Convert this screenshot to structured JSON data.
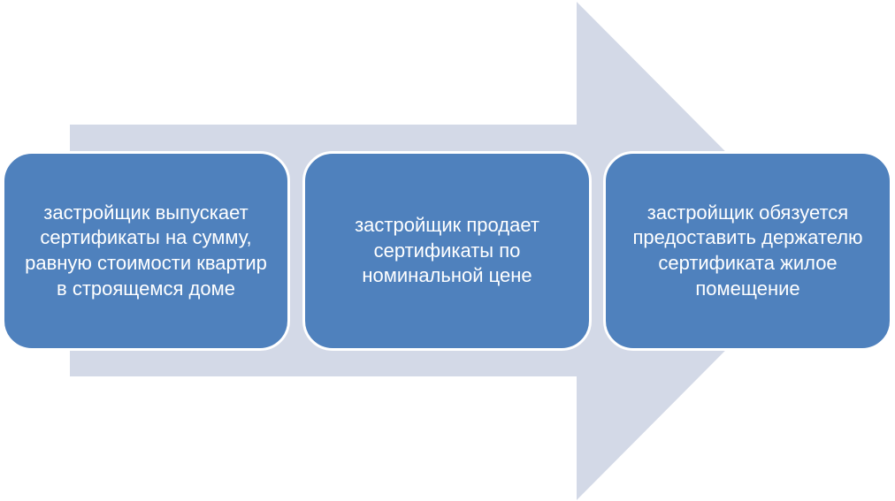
{
  "diagram": {
    "arrow_color": "#d3d9e7",
    "box_color": "#4f81bd",
    "box_border_color": "#ffffff",
    "text_color": "#ffffff",
    "steps": [
      {
        "text": "застройщик выпускает сертификаты на сумму, равную стоимости квартир в строящемся доме"
      },
      {
        "text": "застройщик продает сертификаты по номинальной цене"
      },
      {
        "text": "застройщик обязуется предоставить держателю сертификата жилое помещение"
      }
    ]
  }
}
